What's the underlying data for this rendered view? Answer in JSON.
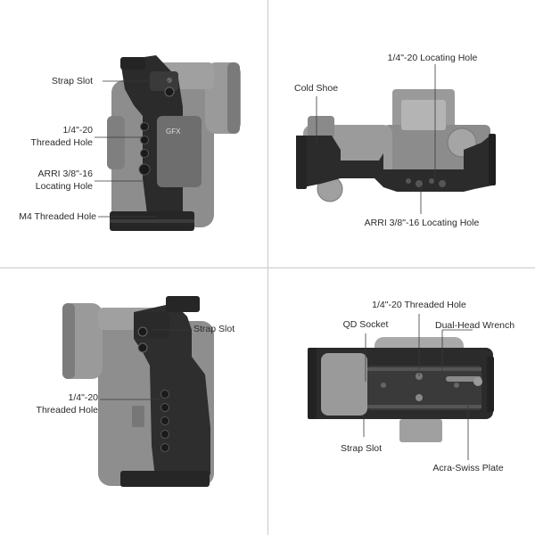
{
  "panels": [
    {
      "id": "side-left",
      "labels": {
        "strap_slot": "Strap Slot",
        "threaded_hole_line1": "1/4\"-20",
        "threaded_hole_line2": "Threaded Hole",
        "arri_line1": "ARRI 3/8\"-16",
        "arri_line2": "Locating Hole",
        "m4": "M4 Threaded Hole"
      },
      "camera_brand_text": "GFX"
    },
    {
      "id": "top-view",
      "labels": {
        "locating_hole_top": "1/4\"-20 Locating Hole",
        "cold_shoe": "Cold Shoe",
        "arri_locating": "ARRI 3/8\"-16 Locating Hole"
      }
    },
    {
      "id": "side-right",
      "labels": {
        "strap_slot": "Strap Slot",
        "threaded_hole_line1": "1/4\"-20",
        "threaded_hole_line2": "Threaded Hole"
      }
    },
    {
      "id": "bottom-view",
      "labels": {
        "threaded_hole": "1/4\"-20 Threaded Hole",
        "qd_socket": "QD Socket",
        "wrench": "Dual-Head Wrench",
        "strap_slot": "Strap Slot",
        "acra_plate": "Acra-Swiss Plate"
      }
    }
  ],
  "colors": {
    "cage": "#2b2b2b",
    "camera": "#8a8a8a",
    "camera_light": "#a5a5a5",
    "leader": "#3a3a3a",
    "divider": "#c9c9c9"
  }
}
